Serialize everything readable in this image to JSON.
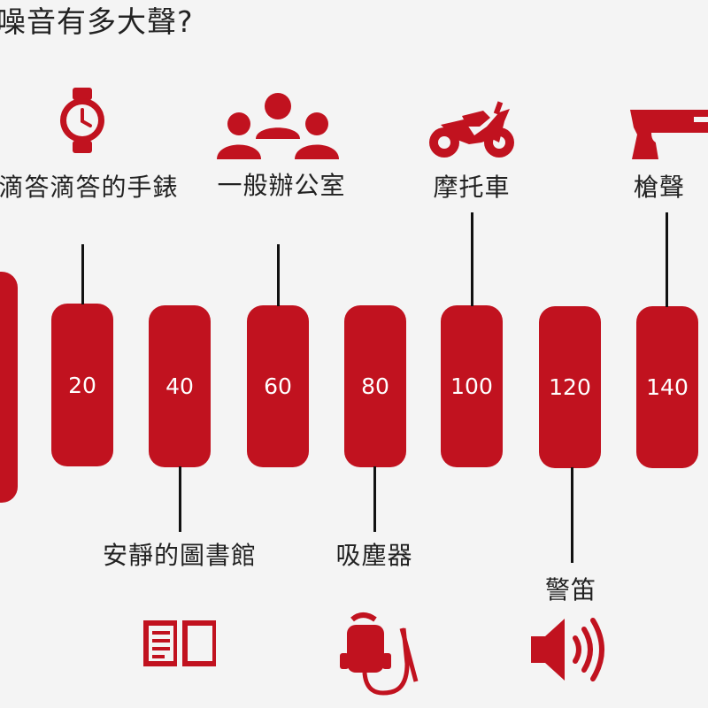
{
  "title": "噪音有多大聲?",
  "colors": {
    "accent": "#c1121f",
    "text": "#222222",
    "background": "#f4f4f4"
  },
  "scale": [
    {
      "value": "20"
    },
    {
      "value": "40"
    },
    {
      "value": "60"
    },
    {
      "value": "80"
    },
    {
      "value": "100"
    },
    {
      "value": "120"
    },
    {
      "value": "140"
    }
  ],
  "examples": {
    "watch": {
      "label": "滴答滴答的手錶",
      "icon": "clock-icon"
    },
    "office": {
      "label": "一般辦公室",
      "icon": "people-icon"
    },
    "motorcycle": {
      "label": "摩托車",
      "icon": "motorcycle-icon"
    },
    "gunshot": {
      "label": "槍聲",
      "icon": "gun-icon"
    },
    "library": {
      "label": "安靜的圖書館",
      "icon": "book-icon"
    },
    "vacuum": {
      "label": "吸塵器",
      "icon": "vacuum-icon"
    },
    "siren": {
      "label": "警笛",
      "icon": "speaker-icon"
    }
  }
}
